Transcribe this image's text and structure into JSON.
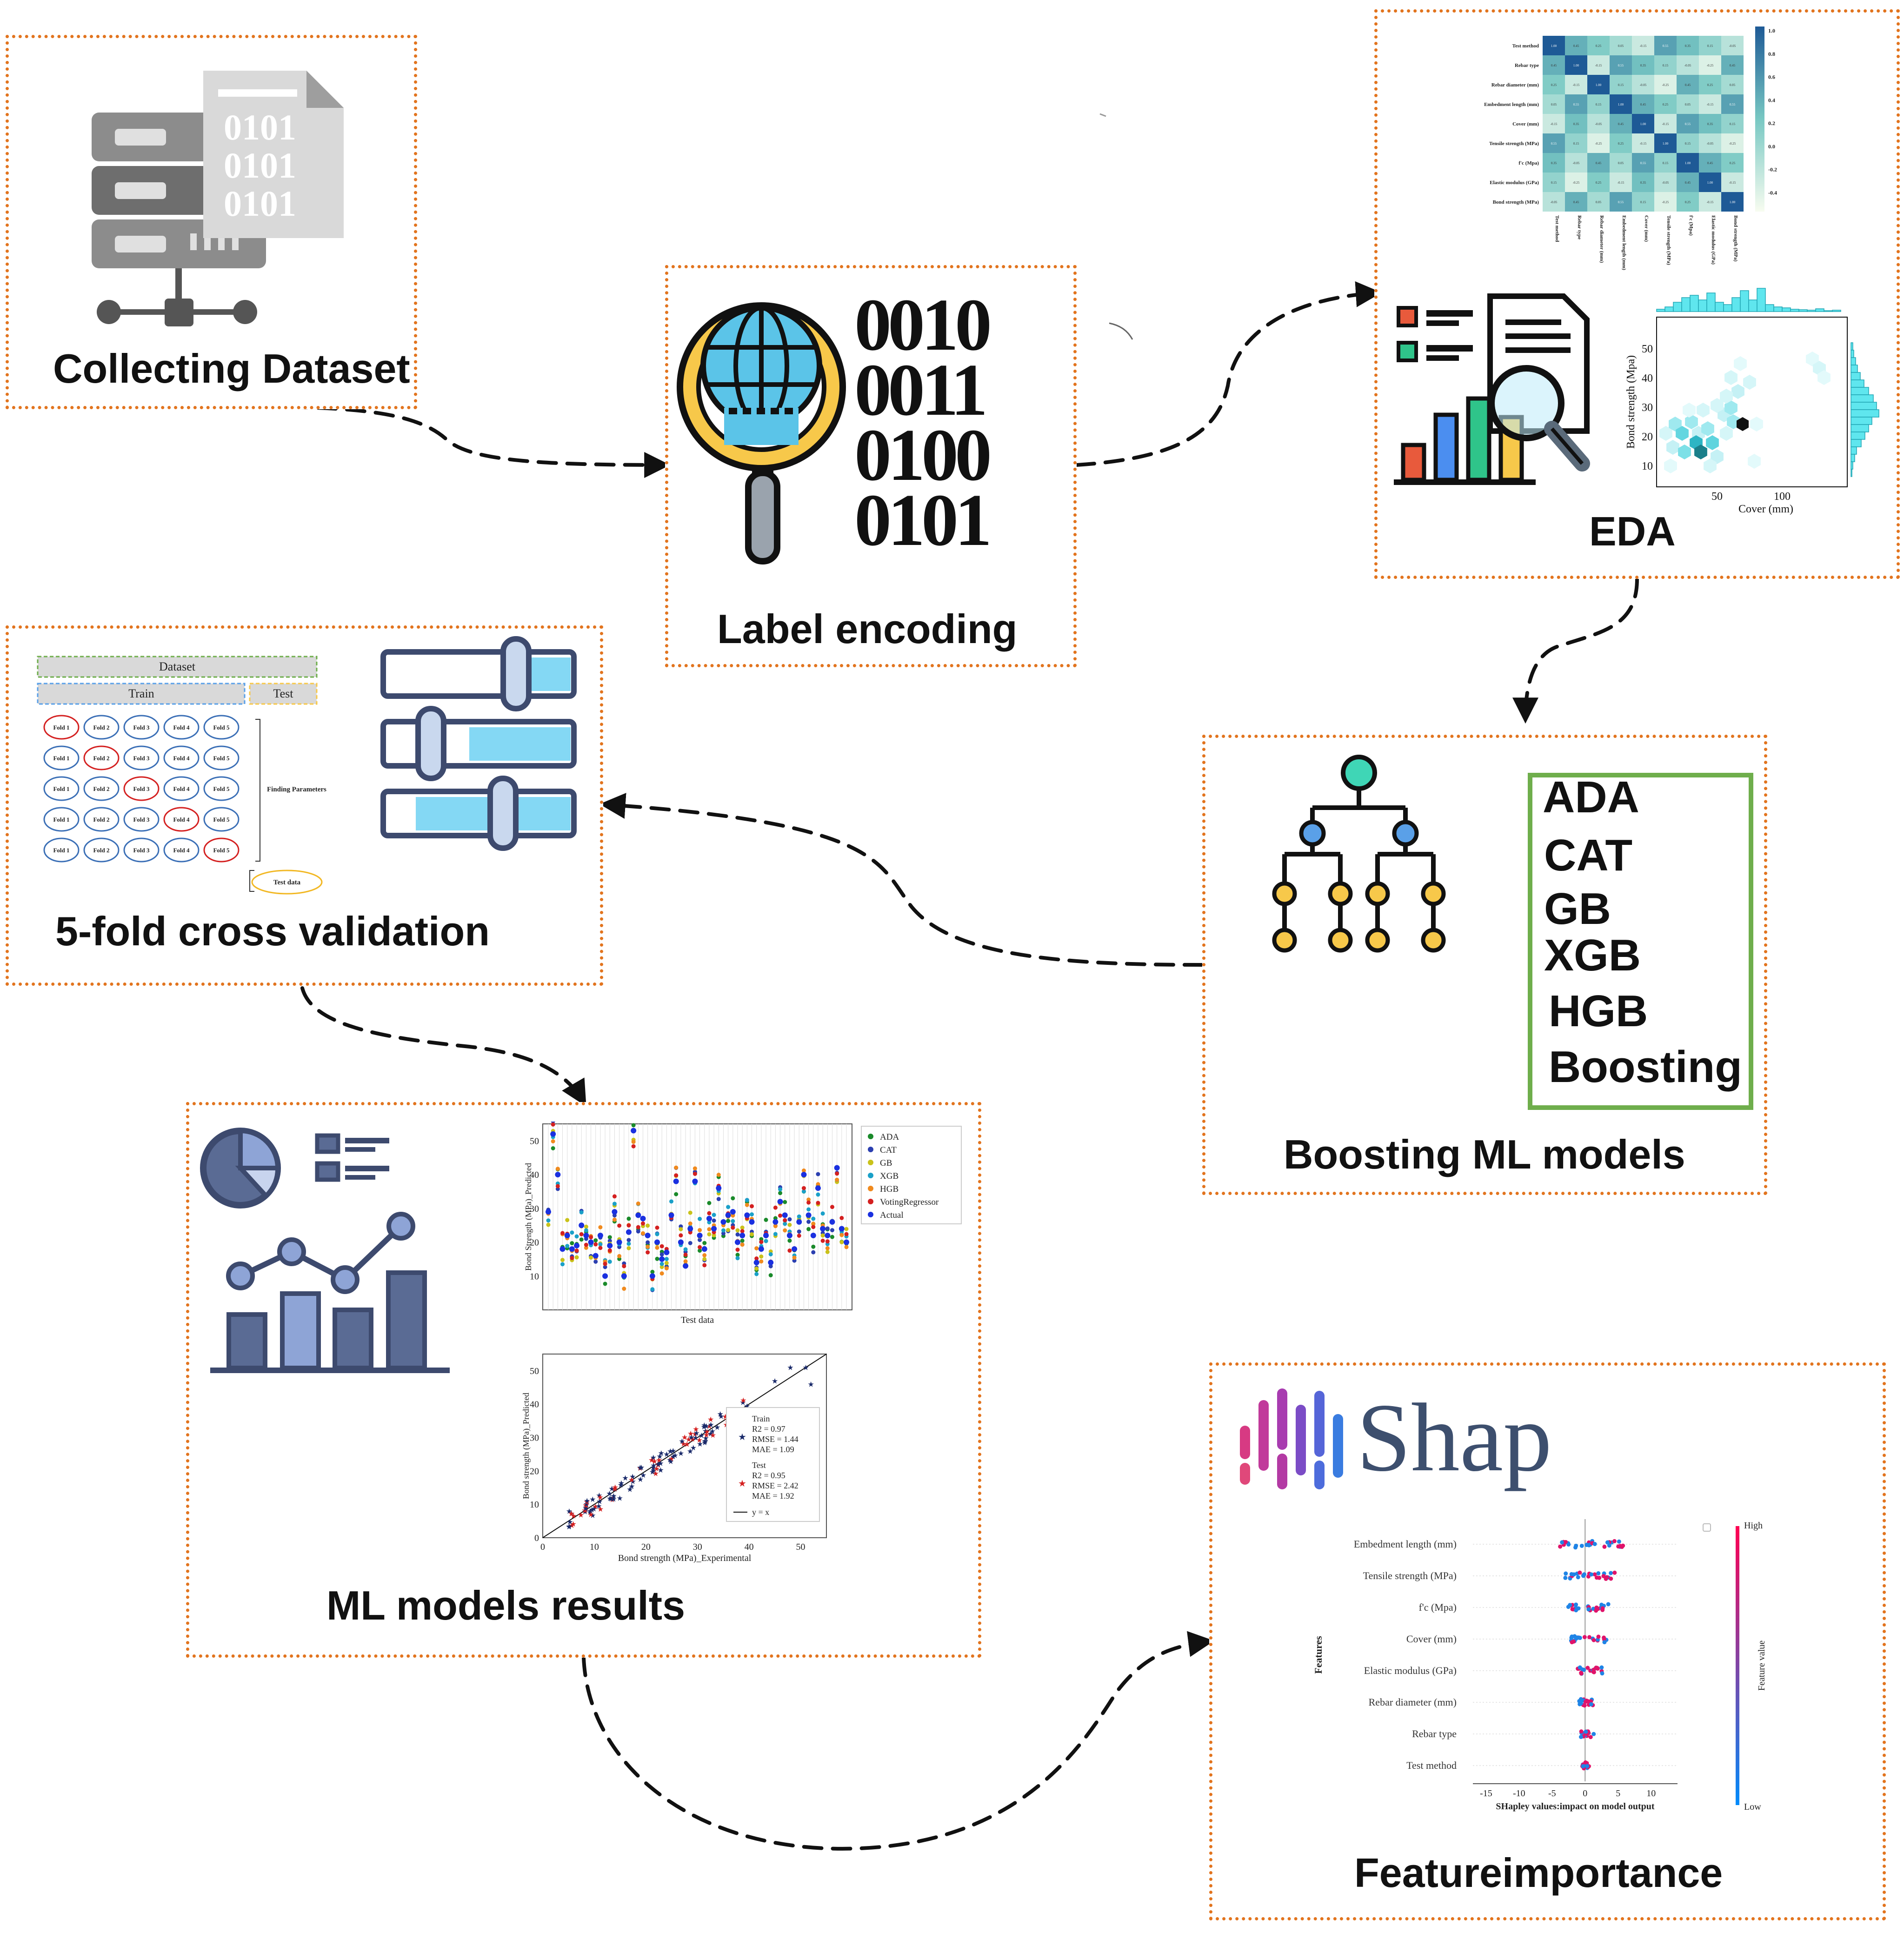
{
  "steps": {
    "collecting": {
      "title": "Collecting Dataset",
      "binary": [
        "0101",
        "0101",
        "0101"
      ]
    },
    "label_encoding": {
      "title": "Label encoding",
      "binary": [
        "0010",
        "0011",
        "0100",
        "0101"
      ]
    },
    "eda": {
      "title": "EDA",
      "heatmap_features": [
        "Test method",
        "Rebar type",
        "Rebar diameter (mm)",
        "Embedment length (mm)",
        "Cover (mm)",
        "Tensile strength (MPa)",
        "f'c (Mpa)",
        "Elastic modulus (GPa)",
        "Bond strength (MPa)"
      ],
      "colorbar_ticks": [
        "1.0",
        "0.8",
        "0.6",
        "0.4",
        "0.2",
        "0.0",
        "-0.2",
        "-0.4"
      ],
      "hexbin": {
        "xlabel": "Cover (mm)",
        "ylabel": "Bond strength (Mpa)",
        "xticks": [
          "50",
          "100"
        ],
        "yticks": [
          "10",
          "20",
          "30",
          "40",
          "50"
        ]
      }
    },
    "boosting": {
      "title": "Boosting ML models",
      "models": [
        "ADA",
        "CAT",
        "GB",
        "XGB",
        "HGB",
        "Boosting"
      ]
    },
    "cross_validation": {
      "title": "5-fold cross validation",
      "dataset_label": "Dataset",
      "train_label": "Train",
      "test_label": "Test",
      "fold_labels": [
        "Fold 1",
        "Fold 2",
        "Fold 3",
        "Fold 4",
        "Fold 5"
      ],
      "finding_label": "Finding Parameters",
      "test_data_label": "Test data"
    },
    "results": {
      "title": "ML models results"
    },
    "feature_importance": {
      "title": "Featureimportance",
      "shap_logo": "Shap",
      "high_label": "High",
      "low_label": "Low",
      "feature_value_label": "Feature value",
      "features_axis_label": "Features"
    }
  },
  "chart_data": [
    {
      "type": "scatter",
      "xlabel": "Test data",
      "ylabel": "Bond Strength (MPa)_Predicted",
      "ylim": [
        0,
        55
      ],
      "yticks": [
        10,
        20,
        30,
        40,
        50
      ],
      "legend": [
        "ADA",
        "CAT",
        "GB",
        "XGB",
        "HGB",
        "VotingRegressor",
        "Actual"
      ],
      "legend_position": "right",
      "series_colors": [
        "#1a8a2a",
        "#2b3fb0",
        "#c9c21a",
        "#1aa0c8",
        "#f08a1e",
        "#d42020",
        "#1a30e0"
      ],
      "actual": [
        29,
        52,
        40,
        18,
        22,
        18,
        19,
        25,
        22,
        20,
        16,
        22,
        10,
        19,
        29,
        20,
        10,
        23,
        53,
        28,
        27,
        22,
        10,
        20,
        15,
        17,
        28,
        38,
        20,
        13,
        24,
        38,
        22,
        18,
        27,
        24,
        36,
        26,
        28,
        29,
        20,
        22,
        28,
        26,
        14,
        18,
        22,
        14,
        26,
        32,
        28,
        22,
        18,
        26,
        40,
        28,
        22,
        36,
        24,
        22,
        26,
        42,
        24,
        20
      ]
    },
    {
      "type": "scatter",
      "xlabel": "Bond strength (MPa)_Experimental",
      "ylabel": "Bond strength (MPa)_Predicted",
      "xlim": [
        0,
        55
      ],
      "ylim": [
        0,
        55
      ],
      "xticks": [
        0,
        10,
        20,
        30,
        40,
        50
      ],
      "yticks": [
        0,
        10,
        20,
        30,
        40,
        50
      ],
      "legend": [
        {
          "name": "Train",
          "lines": [
            "Train",
            "R2 = 0.97",
            "RMSE = 1.44",
            "MAE = 1.09"
          ]
        },
        {
          "name": "Test",
          "lines": [
            "Test",
            "R2 = 0.95",
            "RMSE = 2.42",
            "MAE = 1.92"
          ]
        },
        {
          "name": "y = x",
          "lines": [
            "y = x"
          ]
        }
      ]
    },
    {
      "type": "scatter",
      "xlabel": "SHapley values:impact on model output",
      "ylabel": "Features",
      "xlim": [
        -17,
        14
      ],
      "xticks": [
        -15,
        -10,
        -5,
        0,
        5,
        10
      ],
      "categories": [
        "Embedment length (mm)",
        "Tensile strength (MPa)",
        "f'c (Mpa)",
        "Cover (mm)",
        "Elastic modulus (GPa)",
        "Rebar diameter (mm)",
        "Rebar type",
        "Test method"
      ]
    }
  ],
  "colors": {
    "box_border": "#e2741e",
    "navy": "#3d4a6e",
    "cyan": "#6dd5f2",
    "green_border": "#6fae4c"
  }
}
